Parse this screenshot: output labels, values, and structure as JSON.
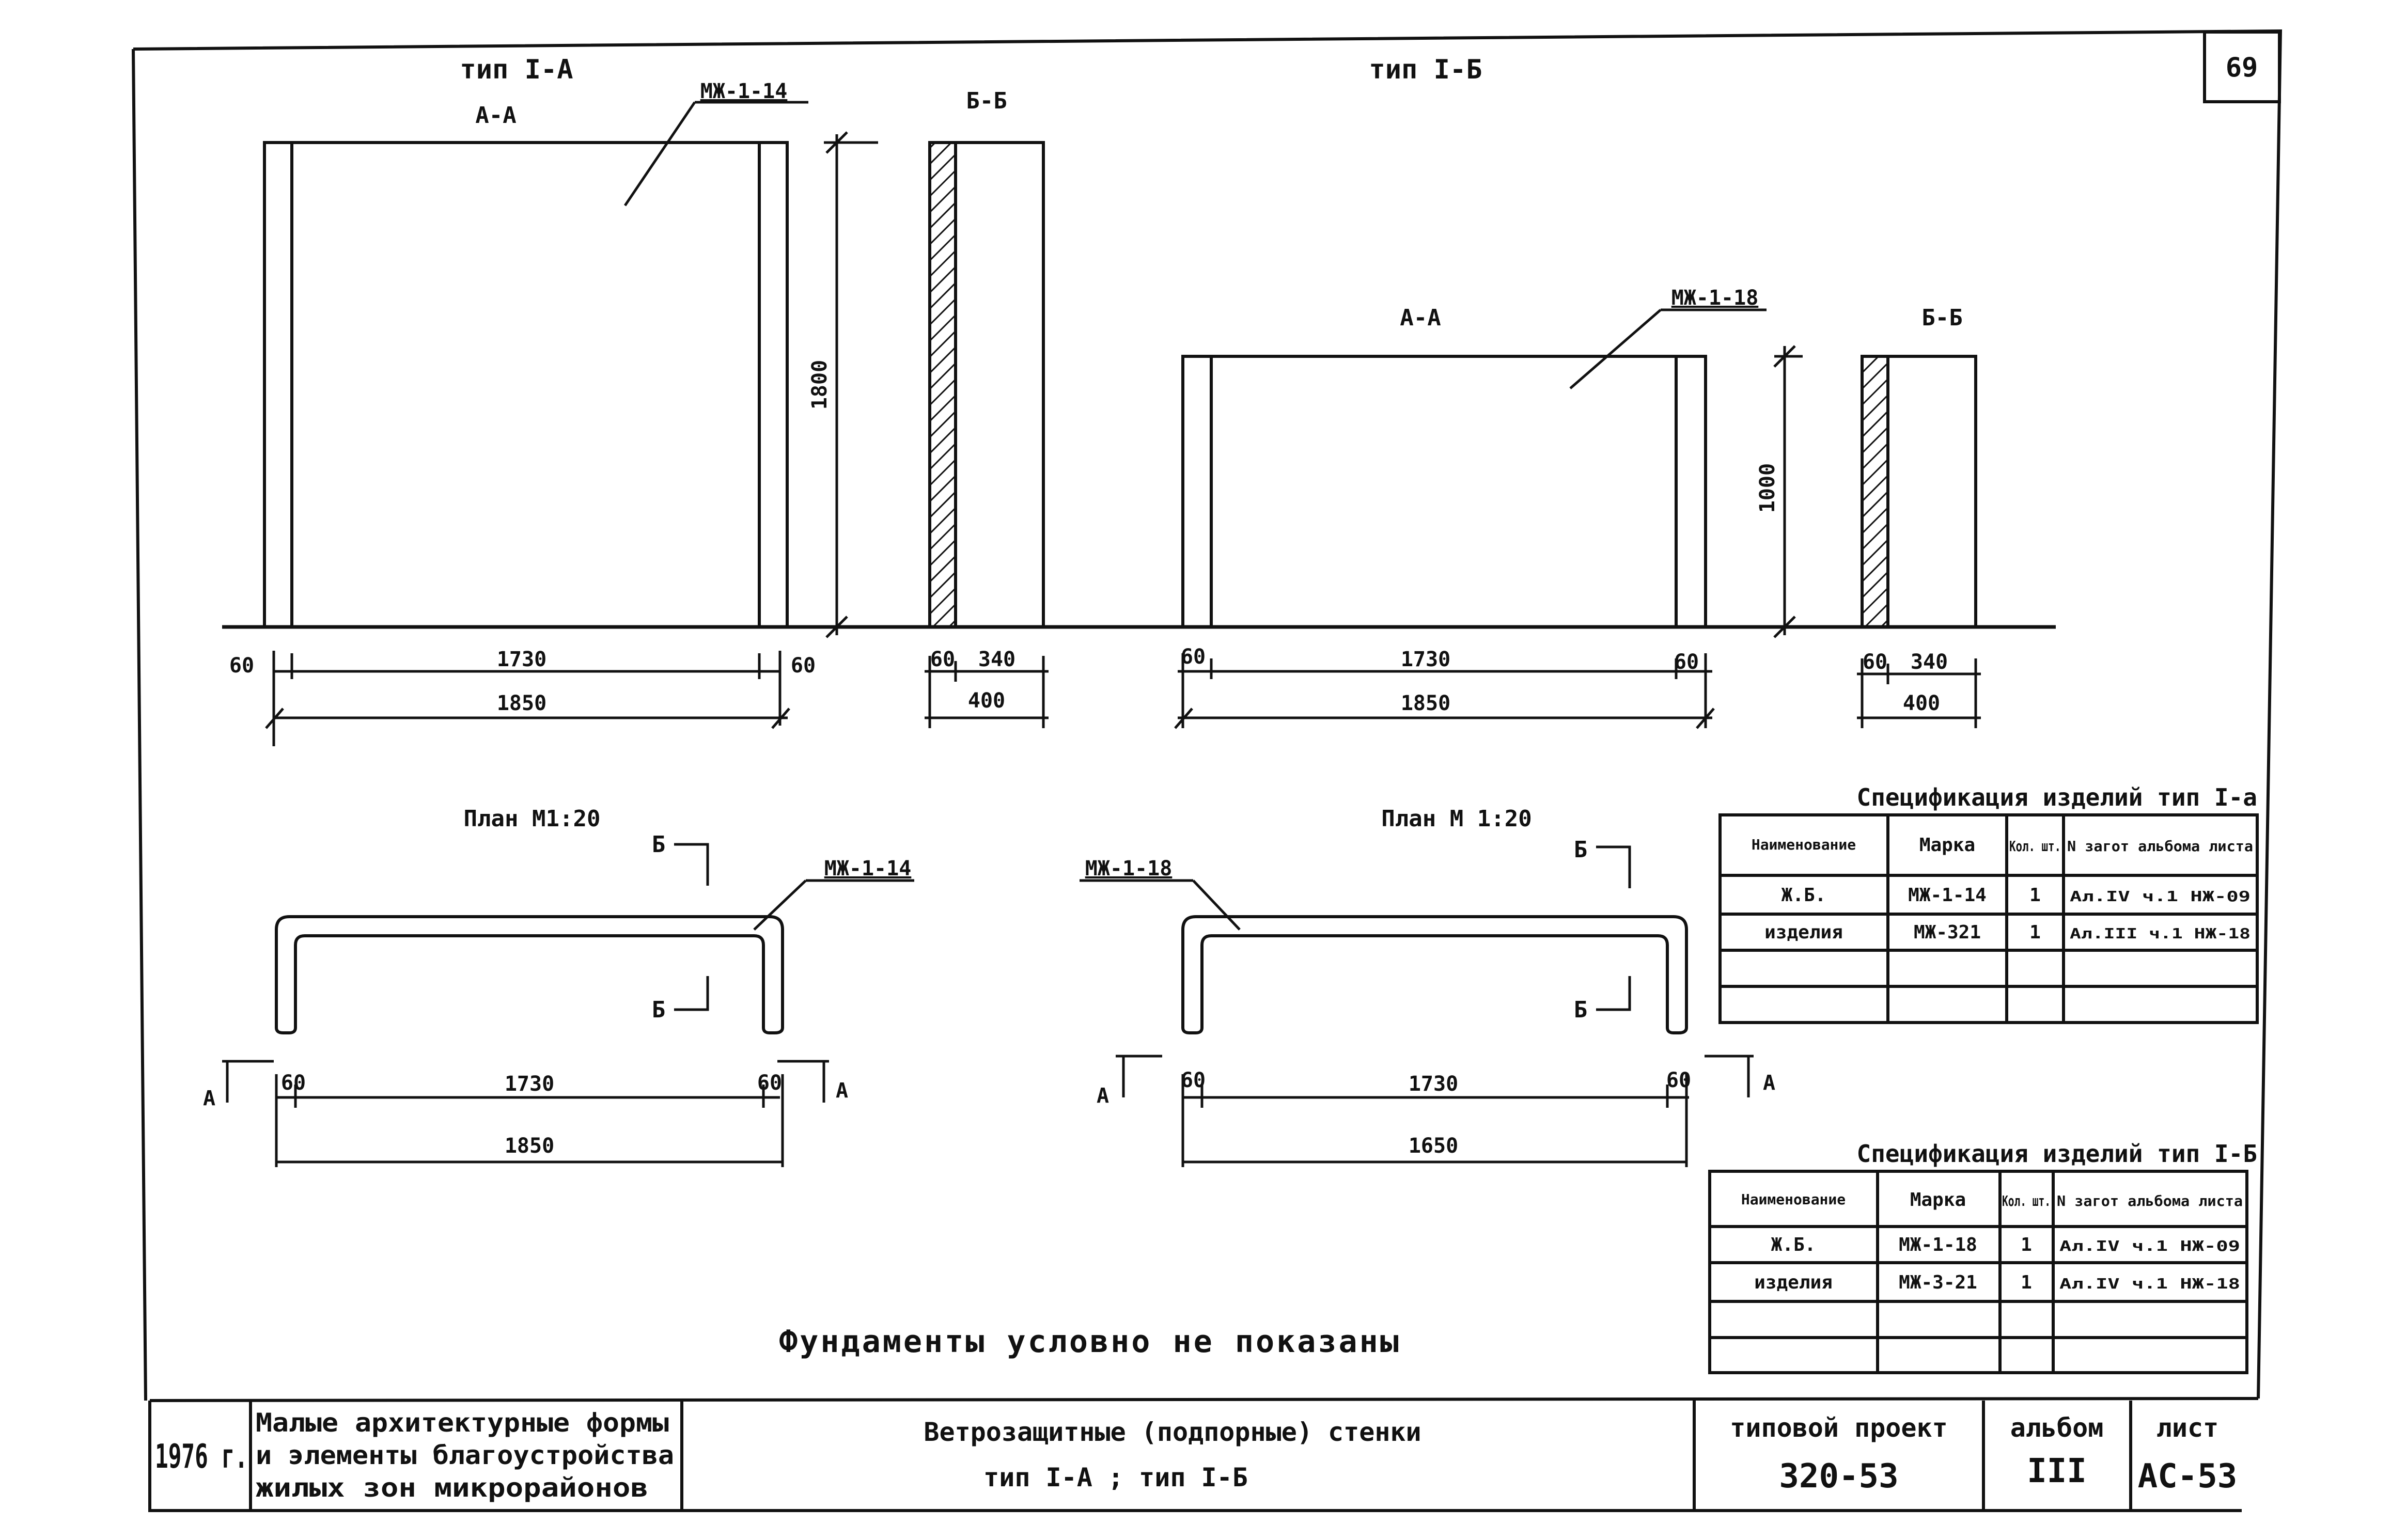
{
  "sheet_number": "69",
  "header": {
    "type_a_title": "тип I-А",
    "type_b_title": "тип I-Б"
  },
  "type_a": {
    "section_aa_label": "А-А",
    "section_bb_label": "Б-Б",
    "part_mark": "МЖ-1-14",
    "height_dim": "1800",
    "dims_bottom": {
      "left": "60",
      "middle": "1730",
      "right": "60",
      "total": "1850"
    },
    "dims_bb": {
      "left": "60",
      "right": "340",
      "total": "400"
    },
    "plan_title": "План М1:20",
    "plan_mark": "МЖ-1-14",
    "plan_cut_label": "Б",
    "plan_dims": {
      "left": "60",
      "middle": "1730",
      "right": "60",
      "total": "1850"
    },
    "plan_section_label": "А"
  },
  "type_b": {
    "section_aa_label": "А-А",
    "section_bb_label": "Б-Б",
    "part_mark": "МЖ-1-18",
    "height_dim": "1000",
    "dims_bottom": {
      "left": "60",
      "middle": "1730",
      "right": "60",
      "total": "1850"
    },
    "dims_bb": {
      "left": "60",
      "right": "340",
      "total": "400"
    },
    "plan_title": "План М 1:20",
    "plan_mark": "МЖ-1-18",
    "plan_cut_label": "Б",
    "plan_dims": {
      "left": "60",
      "middle": "1730",
      "right": "60",
      "total": "1650"
    },
    "plan_section_label": "А"
  },
  "spec_a": {
    "title": "Спецификация изделий тип I-а",
    "headers": [
      "Наименование",
      "Марка",
      "Кол. шт.",
      "N загот альбома листа"
    ],
    "rows": [
      [
        "Ж.Б.",
        "МЖ-1-14",
        "1",
        "Ал.IV ч.1 НЖ-09"
      ],
      [
        "изделия",
        "МЖ-321",
        "1",
        "Ал.III ч.1 НЖ-18"
      ],
      [
        "",
        "",
        "",
        ""
      ],
      [
        "",
        "",
        "",
        ""
      ]
    ]
  },
  "spec_b": {
    "title": "Спецификация изделий тип I-Б",
    "headers": [
      "Наименование",
      "Марка",
      "Кол. шт.",
      "N загот альбома листа"
    ],
    "rows": [
      [
        "Ж.Б.",
        "МЖ-1-18",
        "1",
        "Ал.IV ч.1 НЖ-09"
      ],
      [
        "изделия",
        "МЖ-3-21",
        "1",
        "Ал.IV ч.1 НЖ-18"
      ],
      [
        "",
        "",
        "",
        ""
      ],
      [
        "",
        "",
        "",
        ""
      ]
    ]
  },
  "note": "Фундаменты условно не показаны",
  "title_block": {
    "year": "1976 г.",
    "series_line1": "Малые архитектурные формы",
    "series_line2": "и элементы благоустройства",
    "series_line3": "жилых зон микрорайонов",
    "drawing_title_line1": "Ветрозащитные (подпорные) стенки",
    "drawing_title_line2": "тип I-А ;   тип I-Б",
    "project_label": "типовой проект",
    "project_value": "320-53",
    "album_label": "альбом",
    "album_value": "III",
    "sheet_label": "лист",
    "sheet_value": "АС-53"
  }
}
